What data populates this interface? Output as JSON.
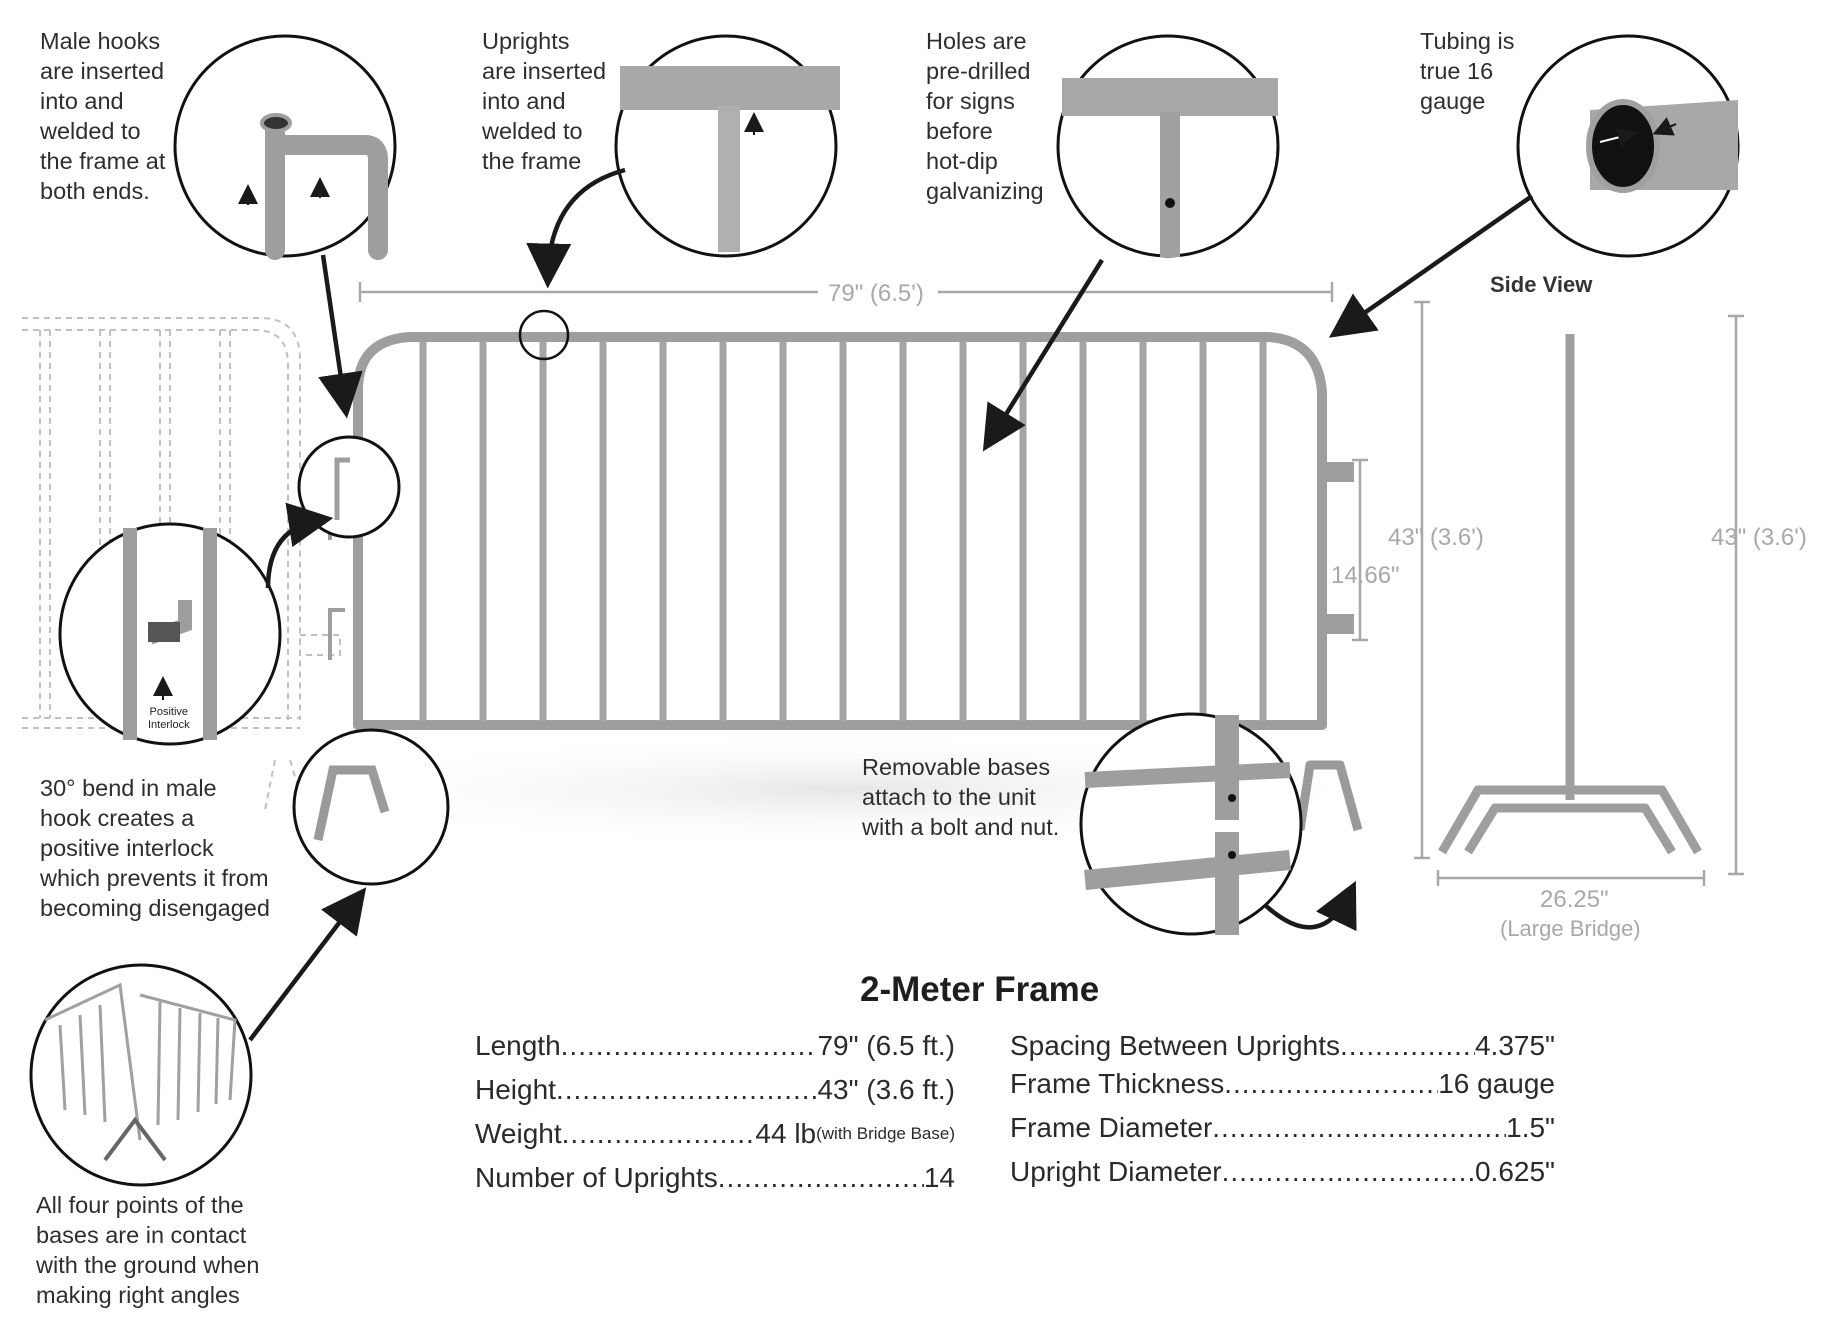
{
  "callouts": {
    "male_hooks": "Male hooks\nare inserted\ninto and\nwelded to\nthe frame at\nboth ends.",
    "uprights": "Uprights\nare inserted\ninto and\nwelded to\nthe frame",
    "holes": "Holes are\npre-drilled\nfor signs\nbefore\nhot-dip\ngalvanizing",
    "tubing": "Tubing is\ntrue 16\ngauge",
    "bend": "30° bend in male\nhook creates a\npositive interlock\nwhich prevents it from\nbecoming disengaged",
    "removable": "Removable bases\nattach to the unit\nwith a bolt and nut.",
    "four_points": "All four points of the\nbases are in contact\nwith the ground when\nmaking right angles",
    "positive_interlock": "Positive\nInterlock"
  },
  "dimensions": {
    "length": "79\" (6.5')",
    "height": "43\" (3.6')",
    "hook_spacing": "14.66\"",
    "side_height": "43\" (3.6')",
    "base_width": "26.25\"",
    "base_type": "(Large Bridge)"
  },
  "side_view_label": "Side View",
  "specs": {
    "title": "2-Meter Frame",
    "left": [
      {
        "label": "Length",
        "value": "79\" (6.5 ft.)",
        "note": ""
      },
      {
        "label": "Height ",
        "value": "43\" (3.6 ft.)",
        "note": ""
      },
      {
        "label": "Weight",
        "value": "44 lb ",
        "note": "(with Bridge Base)"
      },
      {
        "label": "Number of Uprights ",
        "value": "14",
        "note": ""
      }
    ],
    "right": [
      {
        "label": "Spacing Between Uprights ",
        "value": "4.375\""
      },
      {
        "label": "Frame Thickness",
        "value": "16 gauge"
      },
      {
        "label": "Frame Diameter ",
        "value": " 1.5\""
      },
      {
        "label": "Upright Diameter",
        "value": " 0.625\""
      }
    ]
  },
  "colors": {
    "frame": "#9e9e9e",
    "dimension": "#a8a8a8",
    "arrow": "#1a1a1a",
    "text": "#2e2e2e"
  }
}
